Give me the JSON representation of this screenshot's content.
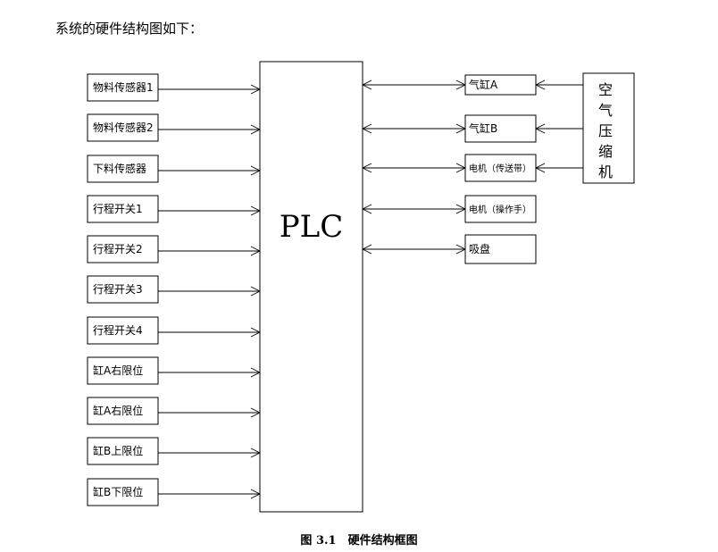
{
  "intro_text": "系统的硬件结构图如下：",
  "controller": {
    "label": "PLC"
  },
  "inputs": [
    "物料传感器1",
    "物料传感器2",
    "下料传感器",
    "行程开关1",
    "行程开关2",
    "行程开关3",
    "行程开关4",
    "缸A右限位",
    "缸A右限位",
    "缸B上限位",
    "缸B下限位"
  ],
  "outputs": [
    "气缸A",
    "气缸B",
    "电机（传送带）",
    "电机（操作手）",
    "吸盘"
  ],
  "air_compressor": {
    "label": "空气压缩机"
  },
  "caption": "图 3.1　硬件结构框图"
}
